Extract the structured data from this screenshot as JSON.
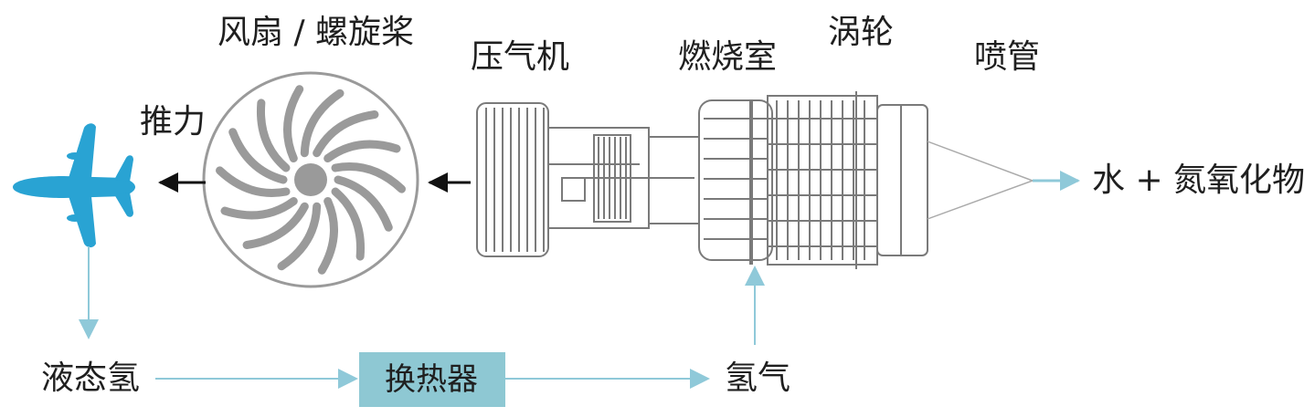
{
  "labels": {
    "fan": "风扇 / 螺旋桨",
    "compressor": "压气机",
    "combustor": "燃烧室",
    "turbine": "涡轮",
    "nozzle": "喷管",
    "thrust": "推力",
    "exhaust": "水 + 氮氧化物",
    "liquid_hydrogen": "液态氢",
    "heat_exchanger": "换热器",
    "hydrogen_gas": "氢气"
  },
  "colors": {
    "airplane": "#29a3d3",
    "flow_arrow": "#8fc9d9",
    "heat_exchanger_fill": "#8ec8d3",
    "engine_line": "#7a7a7a",
    "text": "#1f1f1f",
    "thrust_arrow": "#111111"
  },
  "icons": {
    "airplane": "airplane-icon"
  }
}
